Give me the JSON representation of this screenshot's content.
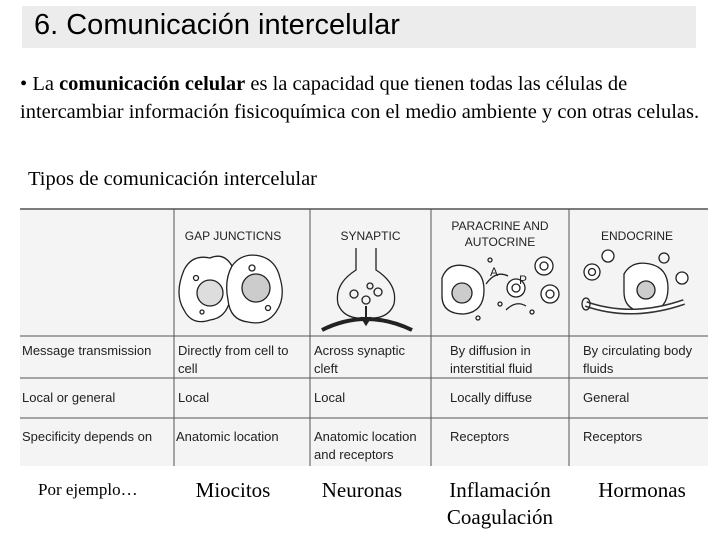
{
  "title": "6. Comunicación intercelular",
  "intro": {
    "bullet": "•",
    "lead": "La ",
    "bold": "comunicación celular",
    "rest": " es la capacidad que tienen todas las células de intercambiar información fisicoquímica con el medio ambiente y con otras celulas."
  },
  "subtitle": "Tipos de comunicación intercelular",
  "figure": {
    "headers": [
      "GAP JUNCTICNS",
      "SYNAPTIC",
      "PARACRINE AND AUTOCRINE",
      "ENDOCRINE"
    ],
    "inset_labels": [
      "A",
      "P"
    ],
    "rows": [
      {
        "label": "Message transmission",
        "cells": [
          "Directly from cell to cell",
          "Across synaptic cleft",
          "By diffusion in interstitial fluid",
          "By circulating body fluids"
        ]
      },
      {
        "label": "Local or general",
        "cells": [
          "Local",
          "Local",
          "Locally diffuse",
          "General"
        ]
      },
      {
        "label": "Specificity depends on",
        "cells": [
          "Anatomic location",
          "Anatomic location and receptors",
          "Receptors",
          "Receptors"
        ]
      }
    ]
  },
  "examples": {
    "label": "Por ejemplo…",
    "items": [
      "Miocitos",
      "Neuronas",
      "Inflamación\nCoagulación",
      "Hormonas"
    ]
  }
}
